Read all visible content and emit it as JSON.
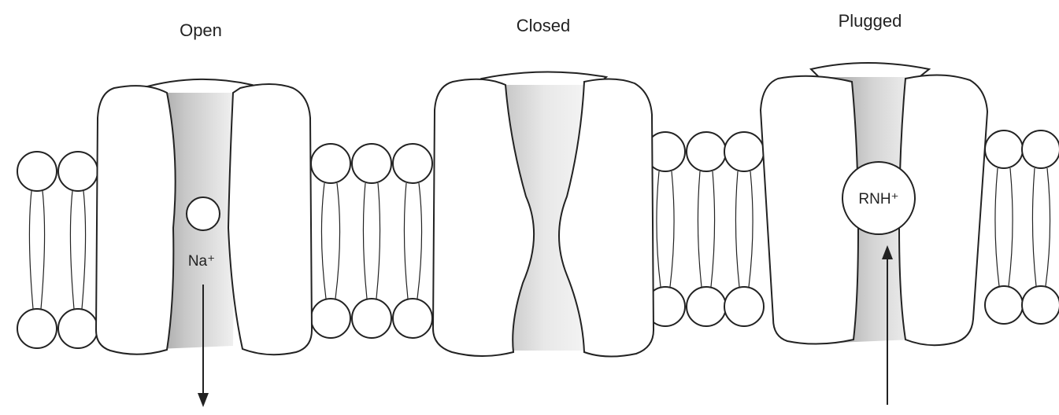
{
  "diagram": {
    "labels": {
      "open": "Open",
      "closed": "Closed",
      "plugged": "Plugged"
    },
    "ions": {
      "sodium": "Na⁺",
      "blocker": "RNH⁺"
    },
    "colors": {
      "line": "#222222",
      "protein_fill": "#ffffff",
      "pore_shadow": "#b8b8b8",
      "pore_light": "#e6e6e6",
      "background": "#ffffff"
    }
  }
}
